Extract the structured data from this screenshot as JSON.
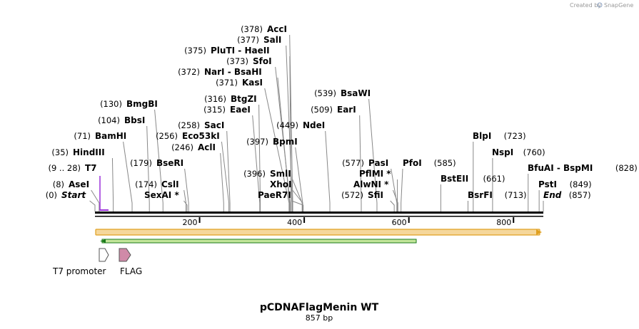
{
  "credit": {
    "prefix": "Created by",
    "brand": "SnapGene"
  },
  "title": "pCDNAFlagMenin WT",
  "length_label": "857 bp",
  "sequence_length": 857,
  "ticks": [
    {
      "pos": 200,
      "label": "200"
    },
    {
      "pos": 400,
      "label": "400"
    },
    {
      "pos": 600,
      "label": "600"
    },
    {
      "pos": 800,
      "label": "800"
    }
  ],
  "sites": [
    {
      "id": "start",
      "pos_label": "(0)",
      "name": "Start",
      "site": 0,
      "italic": true
    },
    {
      "id": "asei",
      "pos_label": "(8)",
      "name": "AseI",
      "site": 8
    },
    {
      "id": "t7-range",
      "pos_label": "(9 .. 28)",
      "name": "T7",
      "site": 18,
      "color": "#9b30d9",
      "feature": true
    },
    {
      "id": "hindiii",
      "pos_label": "(35)",
      "name": "HindIII",
      "site": 35
    },
    {
      "id": "bamhi",
      "pos_label": "(71)",
      "name": "BamHI",
      "site": 71
    },
    {
      "id": "bbsi",
      "pos_label": "(104)",
      "name": "BbsI",
      "site": 104
    },
    {
      "id": "bmgbi",
      "pos_label": "(130)",
      "name": "BmgBI",
      "site": 130
    },
    {
      "id": "csli",
      "pos_label": "(174)",
      "name": "CslI",
      "site": 174
    },
    {
      "id": "bseri",
      "pos_label": "(179)",
      "name": "BseRI",
      "site": 179
    },
    {
      "id": "sexai",
      "pos_label": "",
      "name": "SexAI *",
      "site": 176
    },
    {
      "id": "acli",
      "pos_label": "(246)",
      "name": "AclI",
      "site": 246
    },
    {
      "id": "eco53ki",
      "pos_label": "(256)",
      "name": "Eco53kI",
      "site": 256
    },
    {
      "id": "saci",
      "pos_label": "(258)",
      "name": "SacI",
      "site": 258
    },
    {
      "id": "eaei",
      "pos_label": "(315)",
      "name": "EaeI",
      "site": 315
    },
    {
      "id": "btgzi",
      "pos_label": "(316)",
      "name": "BtgZI",
      "site": 316
    },
    {
      "id": "kasi",
      "pos_label": "(371)",
      "name": "KasI",
      "site": 371
    },
    {
      "id": "nari",
      "pos_label": "(372)",
      "name": "NarI  - BsaHI",
      "site": 372
    },
    {
      "id": "sfoi",
      "pos_label": "(373)",
      "name": "SfoI",
      "site": 373
    },
    {
      "id": "plutii",
      "pos_label": "(375)",
      "name": "PluTI  - HaeII",
      "site": 375
    },
    {
      "id": "sali",
      "pos_label": "(377)",
      "name": "SalI",
      "site": 377
    },
    {
      "id": "acci",
      "pos_label": "(378)",
      "name": "AccI",
      "site": 378
    },
    {
      "id": "bpmi",
      "pos_label": "(397)",
      "name": "BpmI",
      "site": 397
    },
    {
      "id": "smli",
      "pos_label": "(396)",
      "name": "SmlI",
      "site": 396
    },
    {
      "id": "xhoi",
      "pos_label": "",
      "name": "XhoI",
      "site": 397
    },
    {
      "id": "paer7i",
      "pos_label": "",
      "name": "PaeR7I",
      "site": 398
    },
    {
      "id": "ndei",
      "pos_label": "(449)",
      "name": "NdeI",
      "site": 449
    },
    {
      "id": "eari",
      "pos_label": "(509)",
      "name": "EarI",
      "site": 509
    },
    {
      "id": "bsawi",
      "pos_label": "(539)",
      "name": "BsaWI",
      "site": 539
    },
    {
      "id": "pasi",
      "pos_label": "(577)",
      "name": "PasI",
      "site": 577
    },
    {
      "id": "pflmi",
      "pos_label": "",
      "name": "PflMI *",
      "site": 578
    },
    {
      "id": "alwni",
      "pos_label": "",
      "name": "AlwNI *",
      "site": 579
    },
    {
      "id": "sfii",
      "pos_label": "(572)",
      "name": "SfiI",
      "site": 572
    },
    {
      "id": "pfoi",
      "pos_label": "(585)",
      "name": "PfoI",
      "site": 585
    },
    {
      "id": "bsteii",
      "pos_label": "(661)",
      "name": "BstEII",
      "site": 661
    },
    {
      "id": "bsrfi",
      "pos_label": "(713)",
      "name": "BsrFI",
      "site": 713
    },
    {
      "id": "blpi",
      "pos_label": "(723)",
      "name": "BlpI",
      "site": 723
    },
    {
      "id": "nspi",
      "pos_label": "(760)",
      "name": "NspI",
      "site": 760
    },
    {
      "id": "bfuai",
      "pos_label": "(828)",
      "name": "BfuAI  - BspMI",
      "site": 828
    },
    {
      "id": "psti",
      "pos_label": "(849)",
      "name": "PstI",
      "site": 849
    },
    {
      "id": "end",
      "pos_label": "(857)",
      "name": "End",
      "site": 857,
      "italic": true
    }
  ],
  "features": [
    {
      "id": "t7-promoter",
      "label": "T7 promoter",
      "color": "#ffffff"
    },
    {
      "id": "flag",
      "label": "FLAG",
      "color": "#d08aa8"
    }
  ],
  "colors": {
    "orf_fill": "#f5d79b",
    "orf_stroke": "#e0a020",
    "orf2_fill": "#c2e59a",
    "orf2_stroke": "#1a7a1a",
    "feature_label": "#9b30d9",
    "backbone": "#000000"
  }
}
